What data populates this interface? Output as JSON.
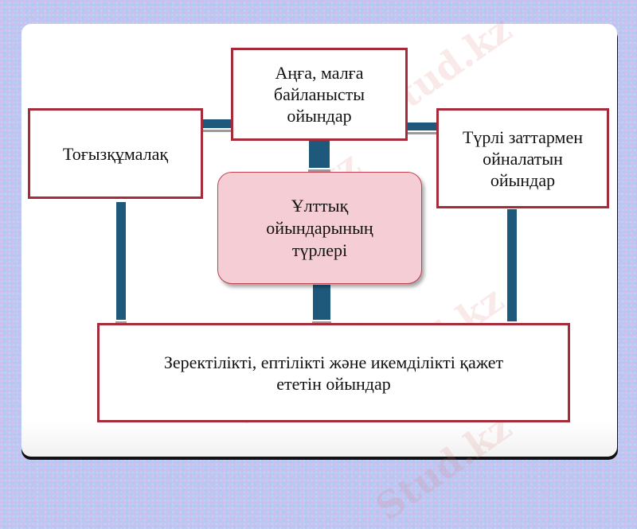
{
  "diagram": {
    "title_node": {
      "id": "center",
      "label": "Ұлттық\nойындарының\nтүрлері"
    },
    "nodes": [
      {
        "id": "top",
        "label": "Аңға, малға\nбайланысты\nойындар"
      },
      {
        "id": "left",
        "label": "Тоғызқұмалақ"
      },
      {
        "id": "right",
        "label": "Түрлі  заттармен\nойналатын\nойындар"
      },
      {
        "id": "bottom",
        "label": "Зеректілікті, ептілікті және икемділікті қажет\nететін ойындар"
      }
    ],
    "edges": [
      {
        "from": "left",
        "to": "top"
      },
      {
        "from": "top",
        "to": "right"
      },
      {
        "from": "top",
        "to": "center"
      },
      {
        "from": "center",
        "to": "bottom"
      },
      {
        "from": "left",
        "to": "bottom"
      },
      {
        "from": "right",
        "to": "bottom"
      }
    ]
  },
  "watermark": {
    "text": "Stud.kz"
  },
  "colors": {
    "box_border": "#a52a3a",
    "center_fill": "#f5cdd4",
    "connector": "#1e587b",
    "background": "#b9c8f0"
  }
}
